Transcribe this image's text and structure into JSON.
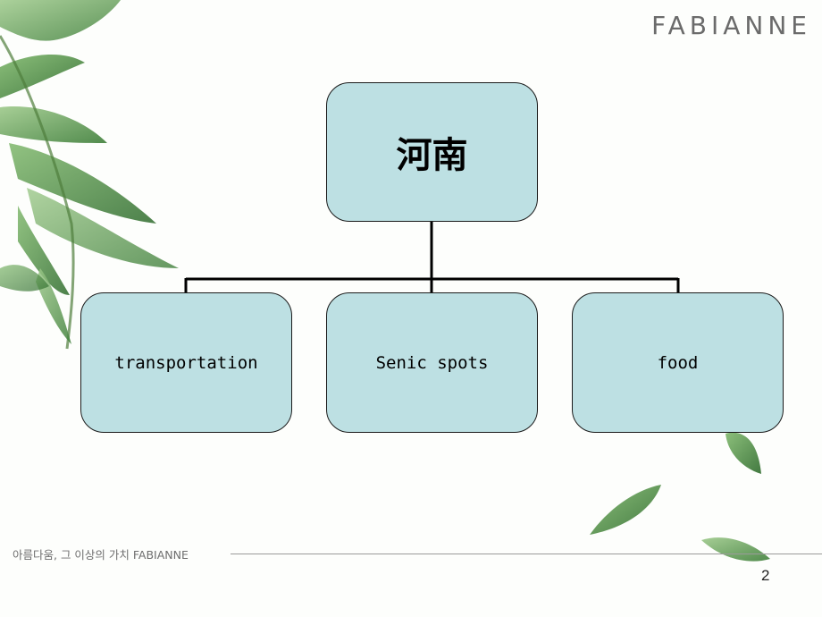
{
  "brand": {
    "logo_text": "FABIANNE"
  },
  "diagram": {
    "root": {
      "label": "河南"
    },
    "children": [
      {
        "label": "transportation"
      },
      {
        "label": "Senic spots"
      },
      {
        "label": "food"
      }
    ],
    "colors": {
      "node_fill": "#bde0e3",
      "node_border": "#1a1a1a",
      "connector": "#000000"
    }
  },
  "footer": {
    "tagline": "아름다움, 그 이상의 가치 FABIANNE",
    "page_number": "2"
  },
  "decorations": {
    "icons": [
      "fern-leaves-icon",
      "leaf-icon",
      "leaf-icon",
      "leaf-icon"
    ]
  }
}
